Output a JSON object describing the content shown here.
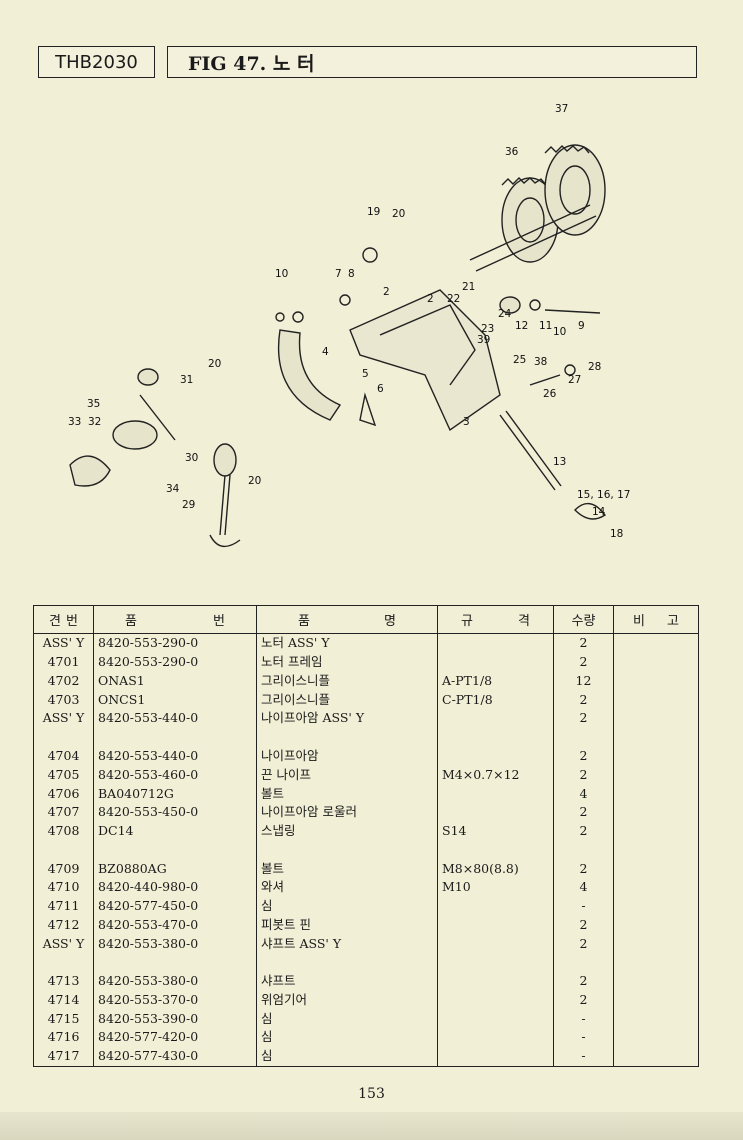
{
  "header": {
    "model": "THB2030",
    "figure_title": "FIG 47. 노 터"
  },
  "callouts": [
    "37",
    "36",
    "19",
    "20",
    "10",
    "7",
    "8",
    "2",
    "22",
    "21",
    "2",
    "24",
    "12",
    "11",
    "10",
    "9",
    "23",
    "39",
    "25",
    "38",
    "4",
    "20",
    "31",
    "35",
    "5",
    "6",
    "27",
    "28",
    "26",
    "3",
    "33",
    "32",
    "13",
    "30",
    "20",
    "34",
    "15, 16, 17",
    "14",
    "29",
    "18"
  ],
  "table": {
    "headers": {
      "no": [
        "견",
        "번"
      ],
      "part_no": [
        "품",
        "번"
      ],
      "desc": [
        "품",
        "명"
      ],
      "spec": [
        "규",
        "격"
      ],
      "qty": [
        "수량"
      ],
      "remark": [
        "비",
        "고"
      ]
    },
    "rows": [
      {
        "no": "ASS' Y",
        "part_no": "8420-553-290-0",
        "desc": "노터 ASS' Y",
        "spec": "",
        "qty": "2"
      },
      {
        "no": "4701",
        "part_no": "8420-553-290-0",
        "desc": "노터 프레임",
        "spec": "",
        "qty": "2"
      },
      {
        "no": "4702",
        "part_no": "ONAS1",
        "desc": "그리이스니플",
        "spec": "A-PT1/8",
        "qty": "12"
      },
      {
        "no": "4703",
        "part_no": "ONCS1",
        "desc": "그리이스니플",
        "spec": "C-PT1/8",
        "qty": "2"
      },
      {
        "no": "ASS' Y",
        "part_no": "8420-553-440-0",
        "desc": "나이프아암  ASS' Y",
        "spec": "",
        "qty": "2"
      },
      {
        "no": "",
        "part_no": "",
        "desc": "",
        "spec": "",
        "qty": ""
      },
      {
        "no": "4704",
        "part_no": "8420-553-440-0",
        "desc": "나이프아암",
        "spec": "",
        "qty": "2"
      },
      {
        "no": "4705",
        "part_no": "8420-553-460-0",
        "desc": "끈 나이프",
        "spec": "M4×0.7×12",
        "qty": "2"
      },
      {
        "no": "4706",
        "part_no": "BA040712G",
        "desc": "볼트",
        "spec": "",
        "qty": "4"
      },
      {
        "no": "4707",
        "part_no": "8420-553-450-0",
        "desc": "나이프아암 로울러",
        "spec": "",
        "qty": "2"
      },
      {
        "no": "4708",
        "part_no": "DC14",
        "desc": "스냅링",
        "spec": "S14",
        "qty": "2"
      },
      {
        "no": "",
        "part_no": "",
        "desc": "",
        "spec": "",
        "qty": ""
      },
      {
        "no": "4709",
        "part_no": "BZ0880AG",
        "desc": "볼트",
        "spec": "M8×80(8.8)",
        "qty": "2"
      },
      {
        "no": "4710",
        "part_no": "8420-440-980-0",
        "desc": "와셔",
        "spec": "M10",
        "qty": "4"
      },
      {
        "no": "4711",
        "part_no": "8420-577-450-0",
        "desc": "심",
        "spec": "",
        "qty": "-"
      },
      {
        "no": "4712",
        "part_no": "8420-553-470-0",
        "desc": "피봇트 핀",
        "spec": "",
        "qty": "2"
      },
      {
        "no": "ASS' Y",
        "part_no": "8420-553-380-0",
        "desc": "샤프트 ASS' Y",
        "spec": "",
        "qty": "2"
      },
      {
        "no": "",
        "part_no": "",
        "desc": "",
        "spec": "",
        "qty": ""
      },
      {
        "no": "4713",
        "part_no": "8420-553-380-0",
        "desc": "샤프트",
        "spec": "",
        "qty": "2"
      },
      {
        "no": "4714",
        "part_no": "8420-553-370-0",
        "desc": "위엄기어",
        "spec": "",
        "qty": "2"
      },
      {
        "no": "4715",
        "part_no": "8420-553-390-0",
        "desc": "심",
        "spec": "",
        "qty": "-"
      },
      {
        "no": "4716",
        "part_no": "8420-577-420-0",
        "desc": "심",
        "spec": "",
        "qty": "-"
      },
      {
        "no": "4717",
        "part_no": "8420-577-430-0",
        "desc": "심",
        "spec": "",
        "qty": "-"
      }
    ]
  },
  "page_number": "153"
}
